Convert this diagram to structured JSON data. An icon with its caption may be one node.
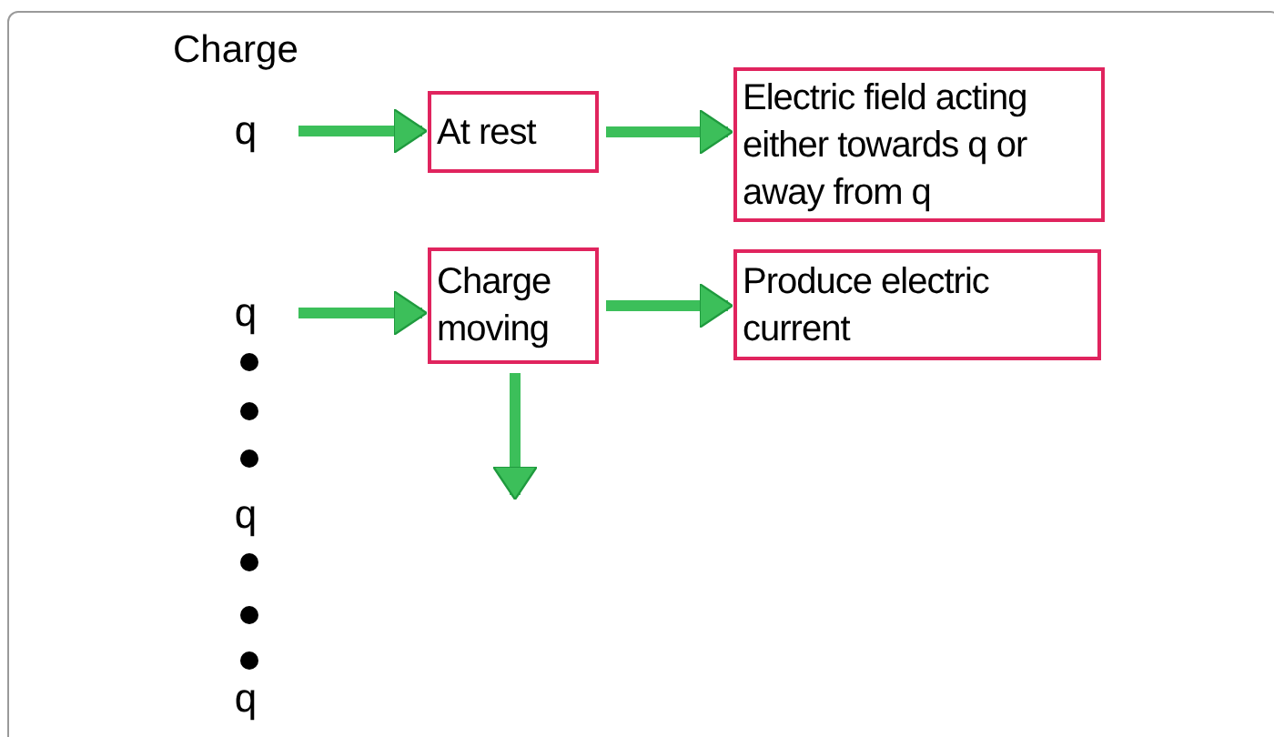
{
  "diagram": {
    "nodes": [
      {
        "text": [
          "q"
        ]
      },
      {
        "text": [
          "At rest"
        ]
      },
      {
        "text": [
          "Electric field acting either towards q or away from q"
        ]
      },
      {
        "text": [
          "q"
        ]
      },
      {
        "text": [
          "Charge moving"
        ]
      },
      {
        "text": [
          "Produce electric current"
        ]
      }
    ],
    "edges": [
      {
        "from": 0,
        "to": 1,
        "arrow": "to"
      },
      {
        "from": 1,
        "to": 2,
        "arrow": "to"
      },
      {
        "from": 3,
        "to": 4,
        "arrow": "to"
      },
      {
        "from": 4,
        "to": 5,
        "arrow": "to"
      },
      {
        "from": 4,
        "to": null,
        "arrow": "to"
      }
    ],
    "labels": [
      "Charge",
      "q",
      "q"
    ]
  }
}
